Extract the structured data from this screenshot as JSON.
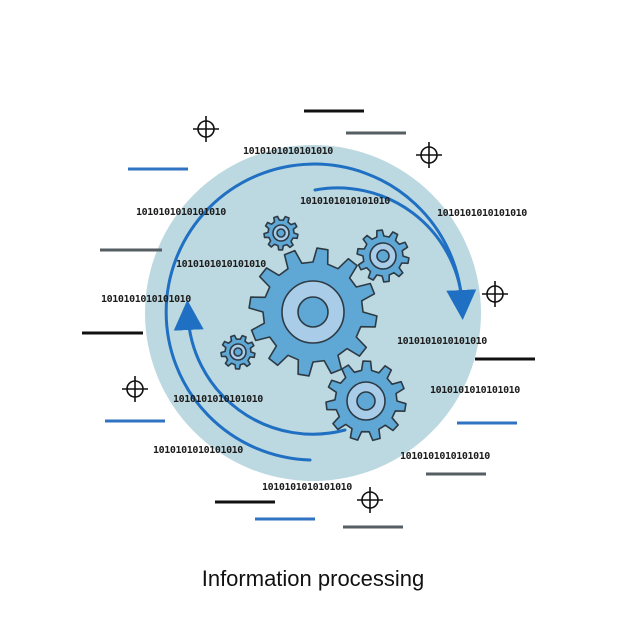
{
  "illustration": {
    "caption": "Information processing",
    "binary_strings": [
      "1010101010101010",
      "1010101010101010",
      "1010101010101010",
      "1010101010101010",
      "1010101010101010",
      "1010101010101010",
      "1010101010101010",
      "1010101010101010",
      "1010101010101010",
      "1010101010101010",
      "1010101010101010",
      "1010101010101010"
    ],
    "icons": [
      "gear-icon",
      "crosshair-icon",
      "arrow-icon"
    ],
    "colors": {
      "circle": "#bcd8e0",
      "gear_fill": "#5fa7d4",
      "gear_inner": "#a9cde8",
      "outline": "#2d3a44",
      "arrow": "#1f6fc2",
      "dash_blue": "#2f73c2",
      "dash_gray": "#555e63",
      "dash_black": "#111111"
    }
  }
}
